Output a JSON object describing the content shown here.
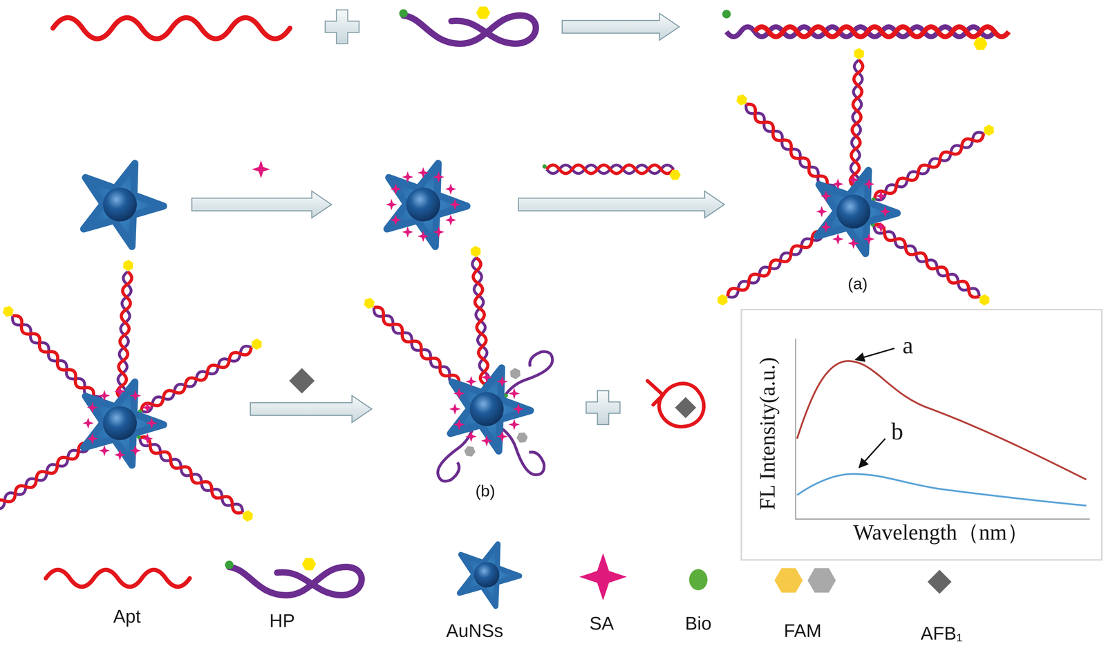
{
  "diagram": {
    "nodes": [
      {
        "text": [
          "a",
          "b",
          "FL Intensity(a.u.)",
          "Wavelength（nm）"
        ]
      }
    ],
    "labels": [
      "(a)",
      "(b)"
    ],
    "legend": [
      {
        "text": "Apt"
      },
      {
        "text": "HP"
      },
      {
        "text": "AuNSs"
      },
      {
        "text": "SA"
      },
      {
        "text": "Bio"
      },
      {
        "text": "FAM"
      },
      {
        "text": "AFB₁"
      }
    ]
  }
}
